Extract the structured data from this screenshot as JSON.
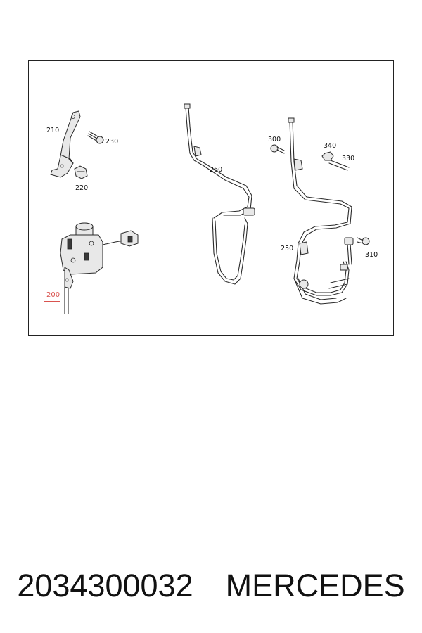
{
  "callouts": {
    "c210": "210",
    "c230": "230",
    "c220": "220",
    "c260": "260",
    "c300": "300",
    "c340": "340",
    "c330": "330",
    "c250": "250",
    "c310": "310",
    "c200": "200"
  },
  "highlight": {
    "label": "200",
    "color": "#d9534f"
  },
  "caption": {
    "part_number": "2034300032",
    "brand": "MERCEDES"
  }
}
